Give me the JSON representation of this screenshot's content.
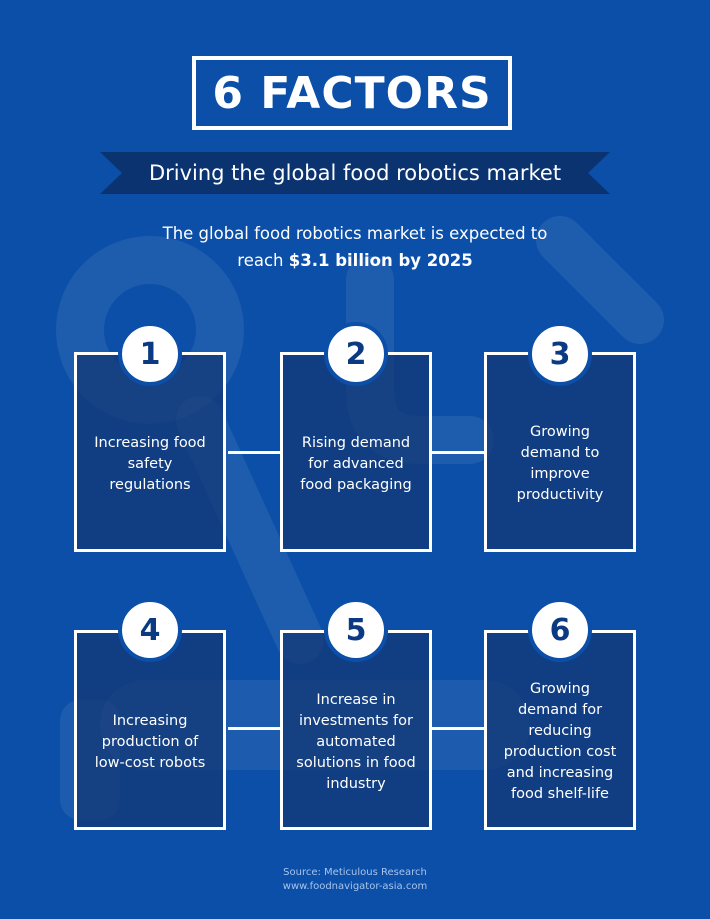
{
  "header": {
    "title": "6 FACTORS",
    "subtitle": "Driving the global food robotics market"
  },
  "intro": {
    "line1": "The global food robotics market is expected to",
    "line2_prefix": "reach ",
    "line2_bold": "$3.1 billion by 2025"
  },
  "factors": [
    {
      "number": "1",
      "text": "Increasing food safety regulations"
    },
    {
      "number": "2",
      "text": "Rising demand for advanced food packaging"
    },
    {
      "number": "3",
      "text": "Growing demand to improve productivity"
    },
    {
      "number": "4",
      "text": "Increasing production of low-cost robots"
    },
    {
      "number": "5",
      "text": "Increase in investments for automated solutions in food industry"
    },
    {
      "number": "6",
      "text": "Growing demand for reducing production cost and increasing food shelf-life"
    }
  ],
  "footer": {
    "source": "Source: Meticulous Research",
    "website": "www.foodnavigator-asia.com"
  },
  "colors": {
    "background": "#0b4fa8",
    "ribbon": "#0a3370",
    "card_fill": "#14376f",
    "badge_text": "#0b3a82"
  }
}
